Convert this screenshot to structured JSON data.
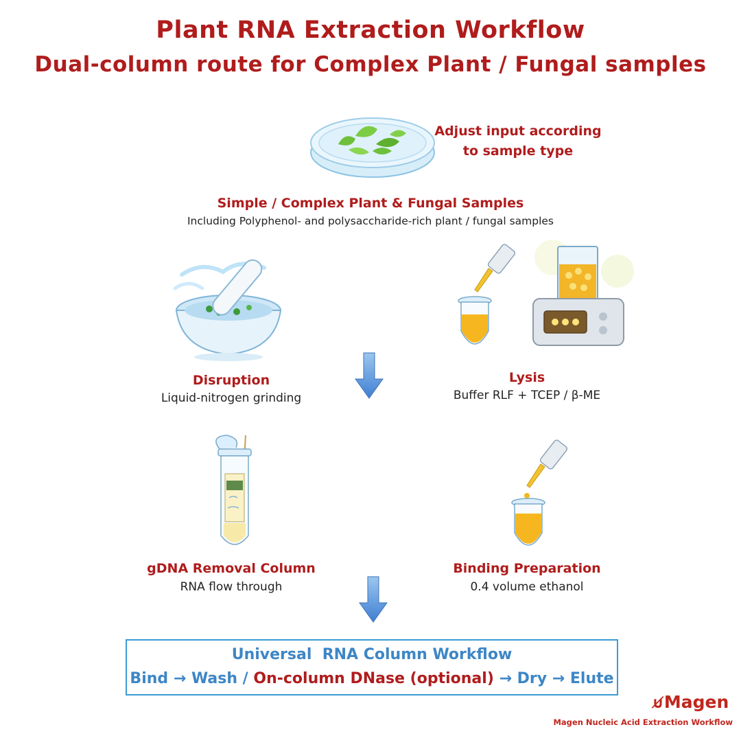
{
  "title": {
    "line1": "Plant RNA Extraction Workflow",
    "line2": "Dual-column route for Complex Plant / Fungal samples"
  },
  "sample": {
    "note_line1": "Adjust input according",
    "note_line2": "to sample type",
    "heading": "Simple / Complex Plant & Fungal Samples",
    "description": "Including Polyphenol- and polysaccharide-rich plant / fungal samples"
  },
  "disruption": {
    "heading": "Disruption",
    "description": "Liquid-nitrogen grinding"
  },
  "lysis": {
    "heading": "Lysis",
    "description": "Buffer RLF + TCEP / β-ME"
  },
  "gdna": {
    "heading": "gDNA Removal Column",
    "description": "RNA flow through"
  },
  "binding": {
    "heading": "Binding Preparation",
    "description": "0.4 volume ethanol"
  },
  "universal": {
    "title": "Universal  RNA Column Workflow",
    "step_bind": "Bind",
    "step_wash": "Wash /",
    "step_dnase": "On-column DNase (optional)",
    "step_dry": "Dry",
    "step_elute": "Elute",
    "separator": "→"
  },
  "brand": {
    "logo": "Magen",
    "tagline": "Magen Nucleic Acid Extraction Workflow"
  },
  "colors": {
    "heading_red": "#b01c1c",
    "box_blue": "#3d86c6",
    "arrow_blue": "#4a8fdc"
  },
  "icons": [
    "petri-dish-icon",
    "mortar-pestle-icon",
    "pipette-icon",
    "tube-icon",
    "heat-block-icon",
    "spin-column-icon",
    "arrow-down-icon"
  ]
}
